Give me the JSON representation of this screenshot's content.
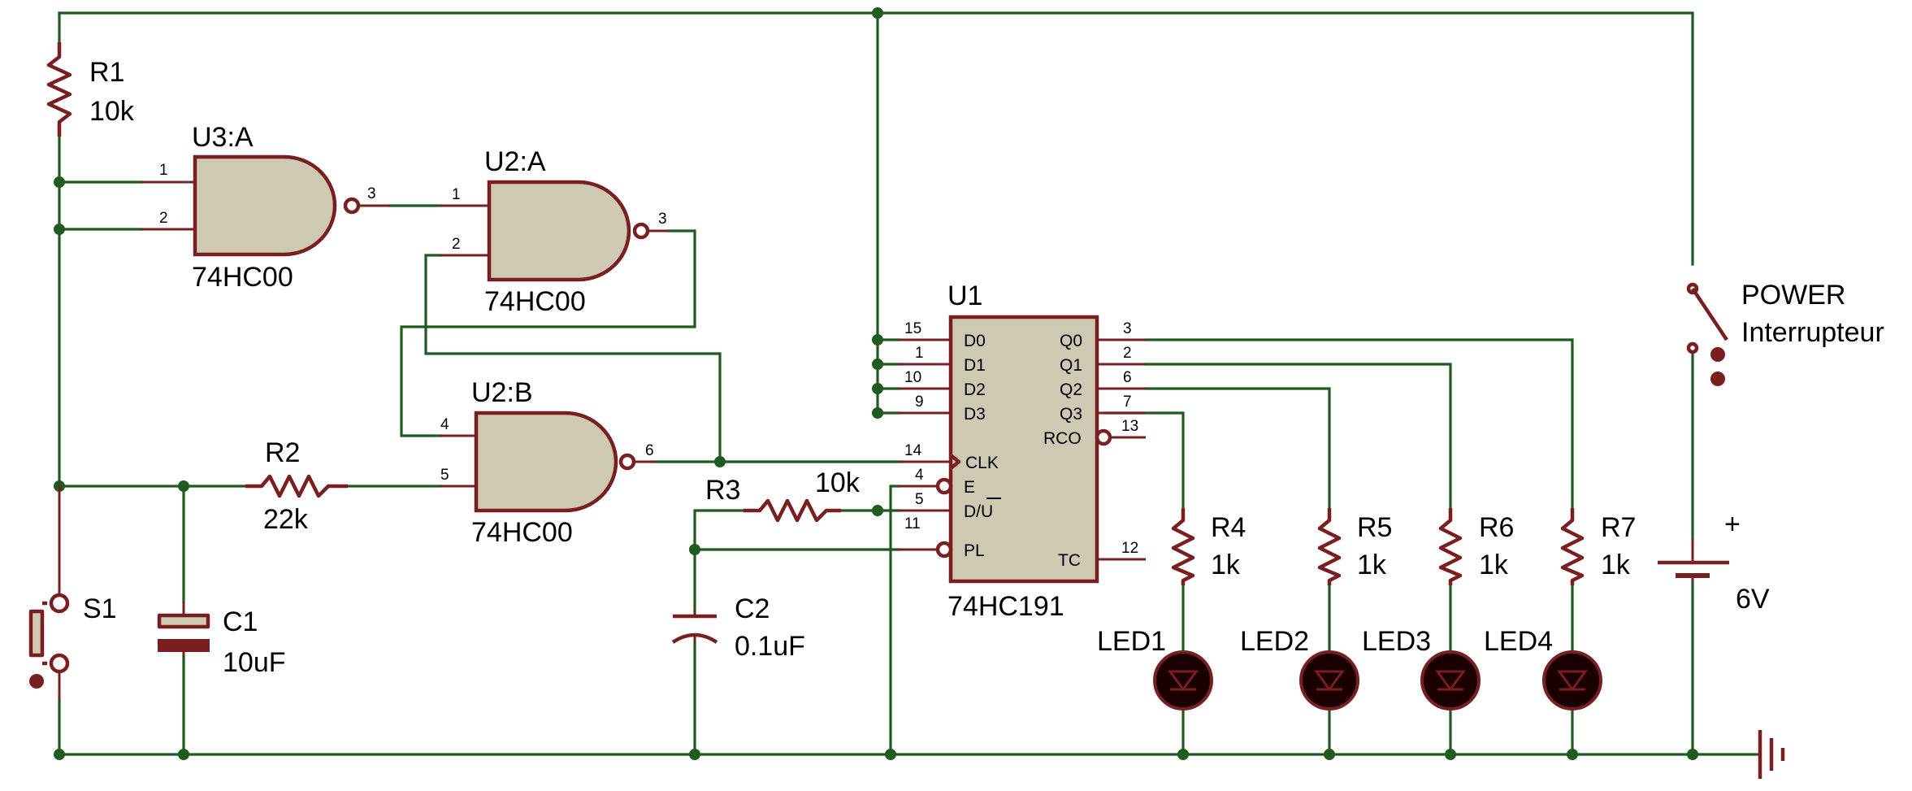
{
  "components": {
    "R1": {
      "ref": "R1",
      "value": "10k"
    },
    "R2": {
      "ref": "R2",
      "value": "22k"
    },
    "R3": {
      "ref": "R3",
      "value": "10k"
    },
    "R4": {
      "ref": "R4",
      "value": "1k"
    },
    "R5": {
      "ref": "R5",
      "value": "1k"
    },
    "R6": {
      "ref": "R6",
      "value": "1k"
    },
    "R7": {
      "ref": "R7",
      "value": "1k"
    },
    "C1": {
      "ref": "C1",
      "value": "10uF"
    },
    "C2": {
      "ref": "C2",
      "value": "0.1uF"
    },
    "S1": {
      "ref": "S1"
    },
    "U3A": {
      "ref": "U3:A",
      "part": "74HC00",
      "pins": [
        "1",
        "2",
        "3"
      ]
    },
    "U2A": {
      "ref": "U2:A",
      "part": "74HC00",
      "pins": [
        "1",
        "2",
        "3"
      ]
    },
    "U2B": {
      "ref": "U2:B",
      "part": "74HC00",
      "pins": [
        "4",
        "5",
        "6"
      ]
    },
    "U1": {
      "ref": "U1",
      "part": "74HC191",
      "left_pins": [
        {
          "num": "15",
          "name": "D0"
        },
        {
          "num": "1",
          "name": "D1"
        },
        {
          "num": "10",
          "name": "D2"
        },
        {
          "num": "9",
          "name": "D3"
        },
        {
          "num": "14",
          "name": "CLK"
        },
        {
          "num": "4",
          "name": "E"
        },
        {
          "num": "5",
          "name": "D/U"
        },
        {
          "num": "11",
          "name": "PL"
        }
      ],
      "right_pins": [
        {
          "num": "3",
          "name": "Q0"
        },
        {
          "num": "2",
          "name": "Q1"
        },
        {
          "num": "6",
          "name": "Q2"
        },
        {
          "num": "7",
          "name": "Q3"
        },
        {
          "num": "13",
          "name": "RCO"
        },
        {
          "num": "12",
          "name": "TC"
        }
      ]
    },
    "LED1": {
      "ref": "LED1"
    },
    "LED2": {
      "ref": "LED2"
    },
    "LED3": {
      "ref": "LED3"
    },
    "LED4": {
      "ref": "LED4"
    },
    "SW": {
      "ref": "POWER",
      "value": "Interrupteur"
    },
    "BAT": {
      "value": "6V",
      "polarity": "+"
    }
  },
  "colors": {
    "wire": "#1f5a1f",
    "component": "#7a1f1f",
    "ic_fill": "#cdc9b2",
    "led_fill": "#1a0000"
  }
}
